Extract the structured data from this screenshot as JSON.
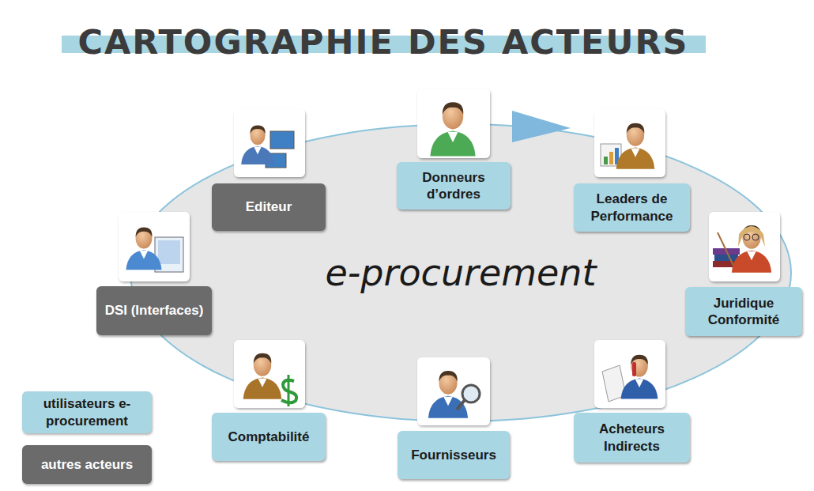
{
  "diagram": {
    "title": "CARTOGRAPHIE DES ACTEURS",
    "nodes": [
      {
        "text": [
          "e-procurement"
        ]
      },
      {
        "text": [
          "Editeur"
        ]
      },
      {
        "text": [
          "Donneurs d’ordres"
        ]
      },
      {
        "text": [
          "Leaders de Performance"
        ]
      },
      {
        "text": [
          "Juridique Conformité"
        ]
      },
      {
        "text": [
          "DSI (Interfaces)"
        ]
      },
      {
        "text": [
          "Acheteurs Indirects"
        ]
      },
      {
        "text": [
          "Comptabilité"
        ]
      },
      {
        "text": [
          "Fournisseurs"
        ]
      }
    ],
    "legend": [
      {
        "text": "utilisateurs e-procurement",
        "color": "#a9d6e3"
      },
      {
        "text": "autres acteurs",
        "color": "#6b6b6b"
      }
    ]
  }
}
